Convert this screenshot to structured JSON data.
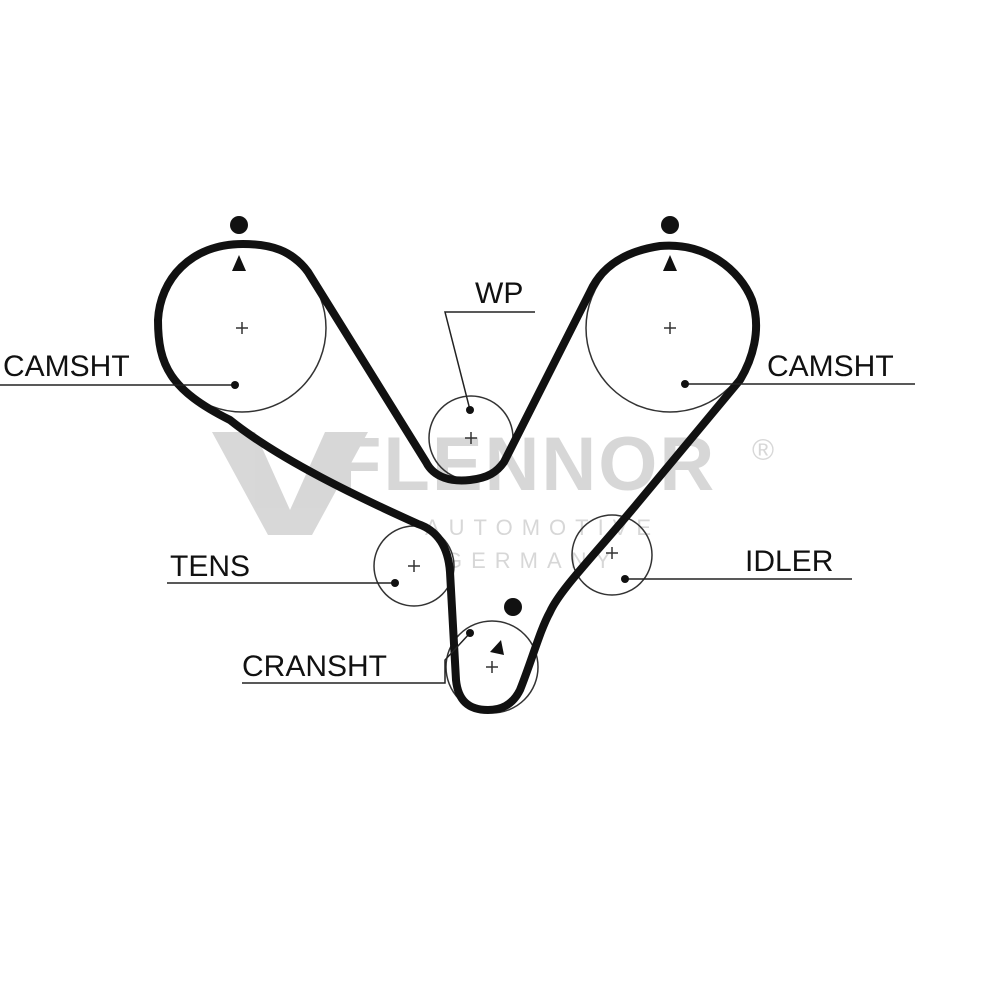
{
  "labels": {
    "camshaft_left": "CAMSHT",
    "camshaft_right": "CAMSHT",
    "water_pump": "WP",
    "tensioner": "TENS",
    "idler": "IDLER",
    "crankshaft": "CRANSHT"
  },
  "watermark": {
    "brand": "FLENNOR",
    "line1": "AUTOMOTIVE",
    "line2": "GERMANY",
    "registered": "®",
    "color": "#b8b8b8"
  },
  "colors": {
    "belt": "#111111",
    "lines": "#222222",
    "background": "#ffffff"
  }
}
